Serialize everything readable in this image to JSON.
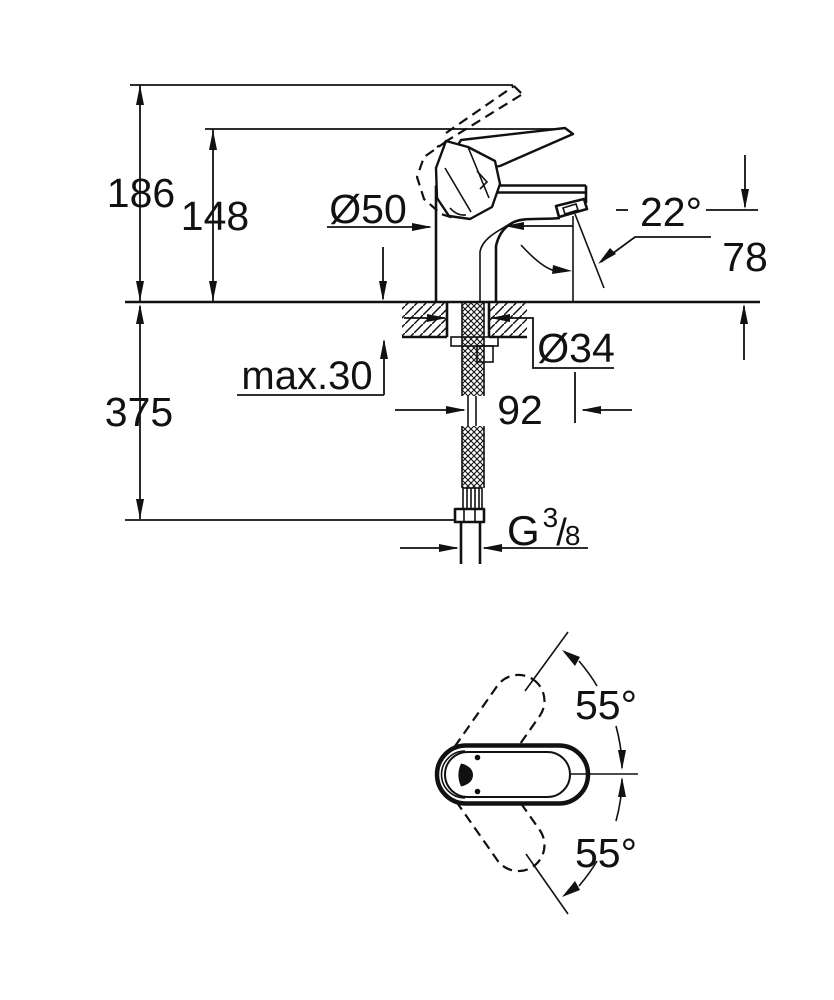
{
  "page": {
    "background": "#ffffff",
    "ink": "#111111"
  },
  "side_view": {
    "labels": {
      "total_height": "186",
      "handle_height": "148",
      "body_diameter": "Ø50",
      "spout_angle": "22°",
      "outlet_height": "78",
      "deck_thickness": "max.30",
      "hole_diameter": "Ø34",
      "outlet_reach": "92",
      "hose_length": "375",
      "thread": {
        "prefix": "G",
        "numerator": "3",
        "slash": "/",
        "denominator": "8"
      }
    }
  },
  "top_view": {
    "labels": {
      "swivel_upper": "55°",
      "swivel_lower": "55°"
    }
  }
}
